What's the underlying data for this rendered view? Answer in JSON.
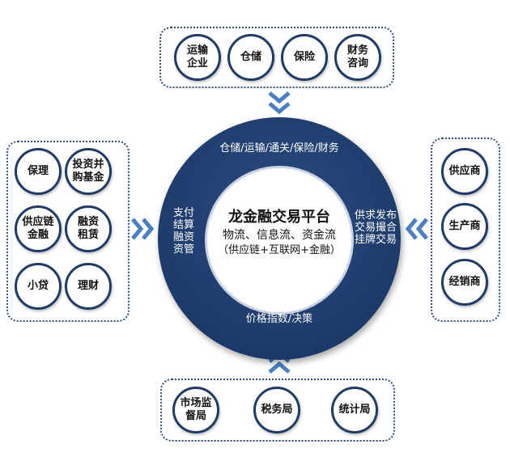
{
  "top_group": {
    "nodes": [
      "运输\n企业",
      "仓储",
      "保险",
      "财务\n咨询"
    ]
  },
  "left_group": {
    "nodes": [
      "保理",
      "投资并\n购基金",
      "供应链\n金融",
      "融资\n租赁",
      "小贷",
      "理财"
    ]
  },
  "right_group": {
    "nodes": [
      "供应商",
      "生产商",
      "经销商"
    ]
  },
  "bottom_group": {
    "nodes": [
      "市场监\n督局",
      "税务局",
      "统计局"
    ]
  },
  "core": {
    "title": "龙金融交易平台",
    "subtitle_line1": "物流、信息流、资金流",
    "subtitle_line2": "（供应链+互联网+金融）"
  },
  "ring": {
    "top": "仓储/运输/通关/保险/财务",
    "bottom": "价格指数/决策",
    "left": "支付\n结算\n融资\n资管",
    "right": "供求发布\n交易撮合\n挂牌交易"
  },
  "colors": {
    "primary": "#1f3b66",
    "arrow": "#4a7fc4"
  }
}
